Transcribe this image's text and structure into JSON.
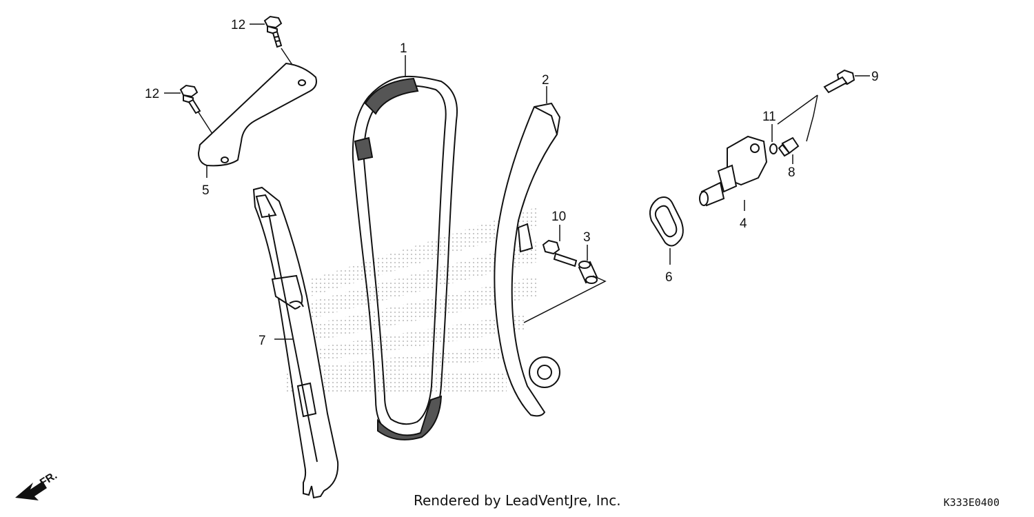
{
  "diagram": {
    "callouts": {
      "chain": "1",
      "tensioner_arm": "2",
      "collar": "3",
      "tensioner_lifter": "4",
      "guide_plate": "5",
      "gasket": "6",
      "guide": "7",
      "tensioner_bolt": "8",
      "lifter_bolt": "9",
      "pivot_bolt": "10",
      "washer": "11",
      "plate_bolt_top": "12",
      "plate_bolt_left": "12"
    },
    "front_marker": "FR.",
    "credit": "Rendered by LeadVentJre, Inc.",
    "diagram_code": "K333E0400"
  }
}
